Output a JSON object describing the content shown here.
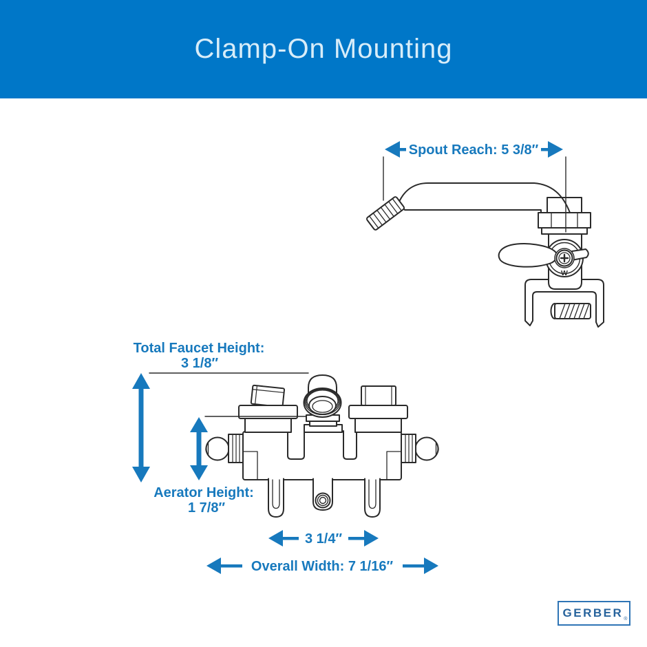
{
  "header": {
    "title": "Clamp-On Mounting"
  },
  "colors": {
    "header_bg": "#0077c8",
    "header_text": "#d8edf9",
    "dimension_blue": "#1779bd",
    "line_color": "#2a2a2a",
    "logo_blue": "#27639c"
  },
  "diagram": {
    "spout_reach": {
      "label": "Spout Reach: 5 3/8″"
    },
    "total_faucet_height": {
      "label": "Total Faucet Height:",
      "value": "3 1/8″"
    },
    "aerator_height": {
      "label": "Aerator Height:",
      "value": "1 7/8″"
    },
    "center_width": {
      "label": "3 1/4″"
    },
    "overall_width": {
      "label": "Overall Width: 7 1/16″"
    },
    "valve_marking": "W"
  },
  "logo": {
    "brand": "GERBER",
    "registered_mark": "®"
  }
}
